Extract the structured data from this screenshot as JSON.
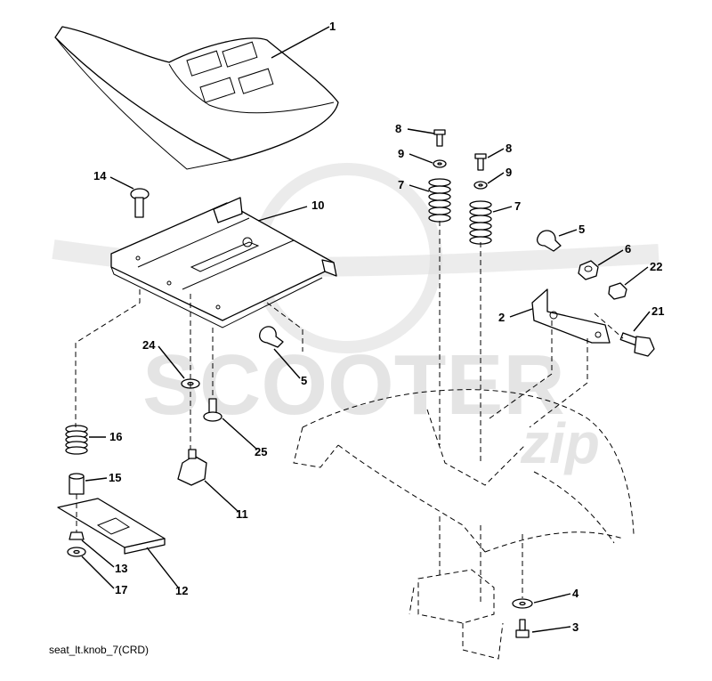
{
  "caption": "seat_lt.knob_7(CRD)",
  "watermark": {
    "brand": "SCOOTER",
    "suffix": "zip"
  },
  "callouts": {
    "c1": "1",
    "c2": "2",
    "c3": "3",
    "c4": "4",
    "c5a": "5",
    "c5b": "5",
    "c6": "6",
    "c7a": "7",
    "c7b": "7",
    "c8a": "8",
    "c8b": "8",
    "c9a": "9",
    "c9b": "9",
    "c10": "10",
    "c11": "11",
    "c12": "12",
    "c13": "13",
    "c14": "14",
    "c15": "15",
    "c16": "16",
    "c17": "17",
    "c21": "21",
    "c22": "22",
    "c24": "24",
    "c25": "25"
  }
}
